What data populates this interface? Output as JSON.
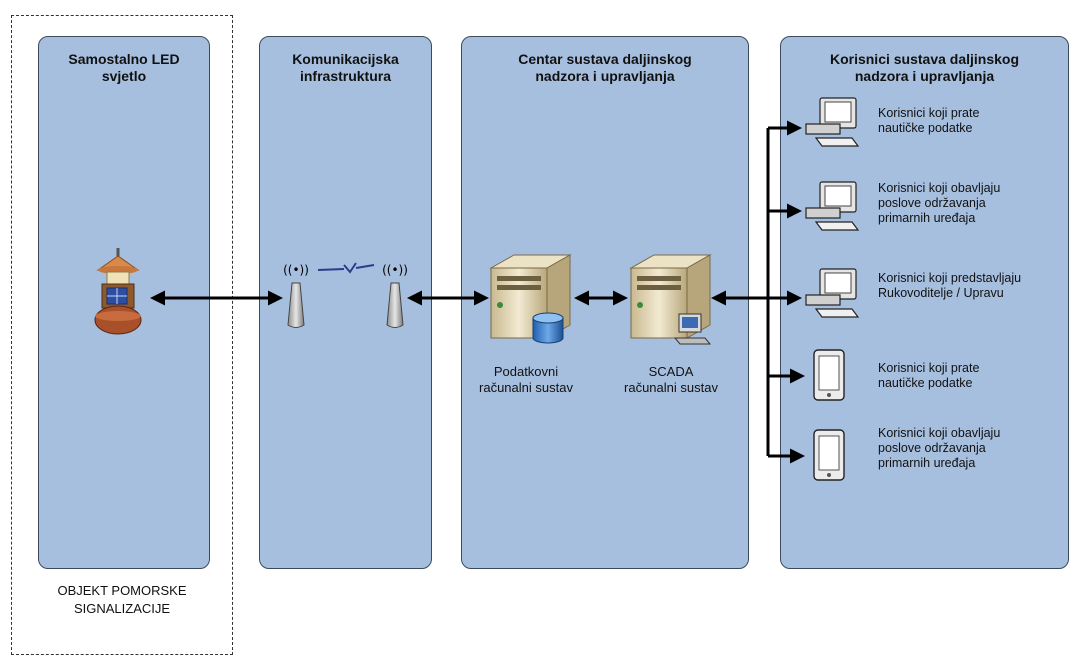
{
  "panels": {
    "led": {
      "title": "Samostalno LED svjetlo"
    },
    "comm": {
      "title": "Komunikacijska infrastruktura"
    },
    "center": {
      "title": "Centar sustava daljinskog nadzora i upravljanja"
    },
    "users": {
      "title": "Korisnici sustava daljinskog nadzora i upravljanja"
    }
  },
  "object_label": "OBJEKT POMORSKE SIGNALIZACIJE",
  "servers": {
    "data": {
      "label": "Podatkovni računalni sustav"
    },
    "scada": {
      "label": "SCADA računalni sustav"
    }
  },
  "users": [
    {
      "label": "Korisnici koji prate nautičke podatke",
      "device": "desktop-computer-icon"
    },
    {
      "label": "Korisnici koji obavljaju poslove održavanja primarnih uređaja",
      "device": "desktop-computer-icon"
    },
    {
      "label": "Korisnici koji predstavljaju Rukovoditelje / Upravu",
      "device": "desktop-computer-icon"
    },
    {
      "label": "Korisnici koji prate nautičke podatke",
      "device": "tablet-icon"
    },
    {
      "label": "Korisnici koji obavljaju poslove održavanja primarnih uređaja",
      "device": "tablet-icon"
    }
  ],
  "colors": {
    "panel": "#a7bfdf",
    "panel_border": "#3c4a5e",
    "arrow": "#000000"
  }
}
